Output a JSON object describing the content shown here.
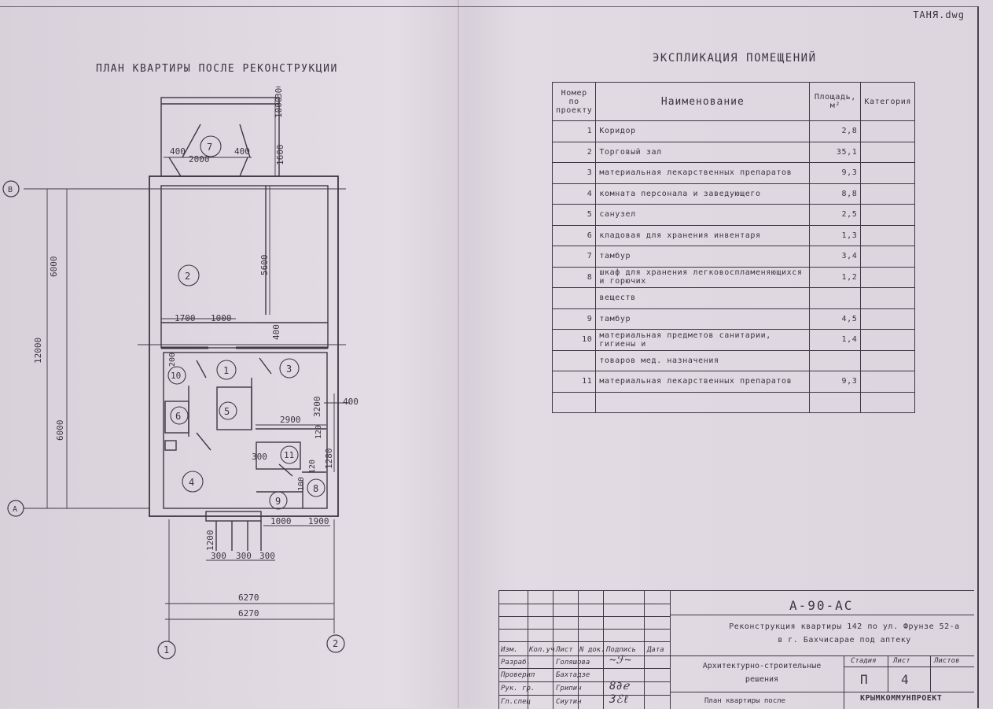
{
  "file_name": "ТАНЯ.dwg",
  "plan": {
    "title": "ПЛАН КВАРТИРЫ ПОСЛЕ РЕКОНСТРУКЦИИ",
    "axes": {
      "b": "В",
      "a": "А",
      "one": "1",
      "two": "2"
    },
    "room_labels": [
      "1",
      "2",
      "3",
      "4",
      "5",
      "6",
      "7",
      "8",
      "9",
      "10",
      "11"
    ],
    "dims": {
      "d1000": "1000",
      "d300_top": "300",
      "d1600": "1600",
      "d400_l": "400",
      "d400_r": "400",
      "d2000": "2000",
      "d6000_top": "6000",
      "d12000": "12000",
      "d6000_bot": "6000",
      "d5600": "5600",
      "d1700": "1700",
      "d1000_mid": "1000",
      "d400_mid": "400",
      "d200": "200",
      "d3200": "3200",
      "d400_side": "400",
      "d2900": "2900",
      "d120_a": "120",
      "d300_mid": "300",
      "d120_b": "120",
      "d1280": "1280",
      "d100": "100",
      "d1000_bot": "1000",
      "d1900": "1900",
      "d1200": "1200",
      "d300_1": "300",
      "d300_2": "300",
      "d300_3": "300",
      "d6270_a": "6270",
      "d6270_b": "6270"
    }
  },
  "explication": {
    "title": "ЭКСПЛИКАЦИЯ ПОМЕЩЕНИЙ",
    "headers": {
      "num": "Номер по проекту",
      "name": "Наименование",
      "area": "Площадь, м²",
      "cat": "Категория"
    },
    "rows": [
      {
        "num": "1",
        "name": "Коридор",
        "area": "2,8"
      },
      {
        "num": "2",
        "name": "Торговый зал",
        "area": "35,1"
      },
      {
        "num": "3",
        "name": "материальная лекарственных препаратов",
        "area": "9,3"
      },
      {
        "num": "4",
        "name": "комната персонала и заведующего",
        "area": "8,8"
      },
      {
        "num": "5",
        "name": "санузел",
        "area": "2,5"
      },
      {
        "num": "6",
        "name": "кладовая для хранения инвентаря",
        "area": "1,3"
      },
      {
        "num": "7",
        "name": "тамбур",
        "area": "3,4"
      },
      {
        "num": "8",
        "name": "шкаф для хранения легковоспламеняющихся и горючих",
        "area": "1,2"
      },
      {
        "num": "",
        "name": "веществ",
        "area": ""
      },
      {
        "num": "9",
        "name": "тамбур",
        "area": "4,5"
      },
      {
        "num": "10",
        "name": "материальная предметов санитарии, гигиены и",
        "area": "1,4"
      },
      {
        "num": "",
        "name": "товаров мед. назначения",
        "area": ""
      },
      {
        "num": "11",
        "name": "материальная лекарственных препаратов",
        "area": "9,3"
      },
      {
        "num": "",
        "name": "",
        "area": ""
      }
    ]
  },
  "stamp": {
    "code": "А-90-АС",
    "project_line1": "Реконструкция квартиры 142 по ул. Фрунзе 52-а",
    "project_line2": "в г. Бахчисарае под аптеку",
    "cols": {
      "izm": "Изм.",
      "kol": "Кол.уч",
      "list": "Лист",
      "ndok": "N док.",
      "podpis": "Подпись",
      "data": "Дата"
    },
    "people": [
      {
        "role": "Разраб.",
        "name": "Голяшова"
      },
      {
        "role": "Проверил",
        "name": "Бахтадзе"
      },
      {
        "role": "Рук. гр.",
        "name": "Грипич"
      },
      {
        "role": "Гл.спец",
        "name": "Сиутин"
      }
    ],
    "section_line1": "Архитектурно-строительные",
    "section_line2": "решения",
    "stage_h": "Стадия",
    "sheet_h": "Лист",
    "sheets_h": "Листов",
    "stage": "П",
    "sheet": "4",
    "drawing_name": "План квартиры после",
    "org": "КРЫМКОММУНПРОЕКТ"
  }
}
